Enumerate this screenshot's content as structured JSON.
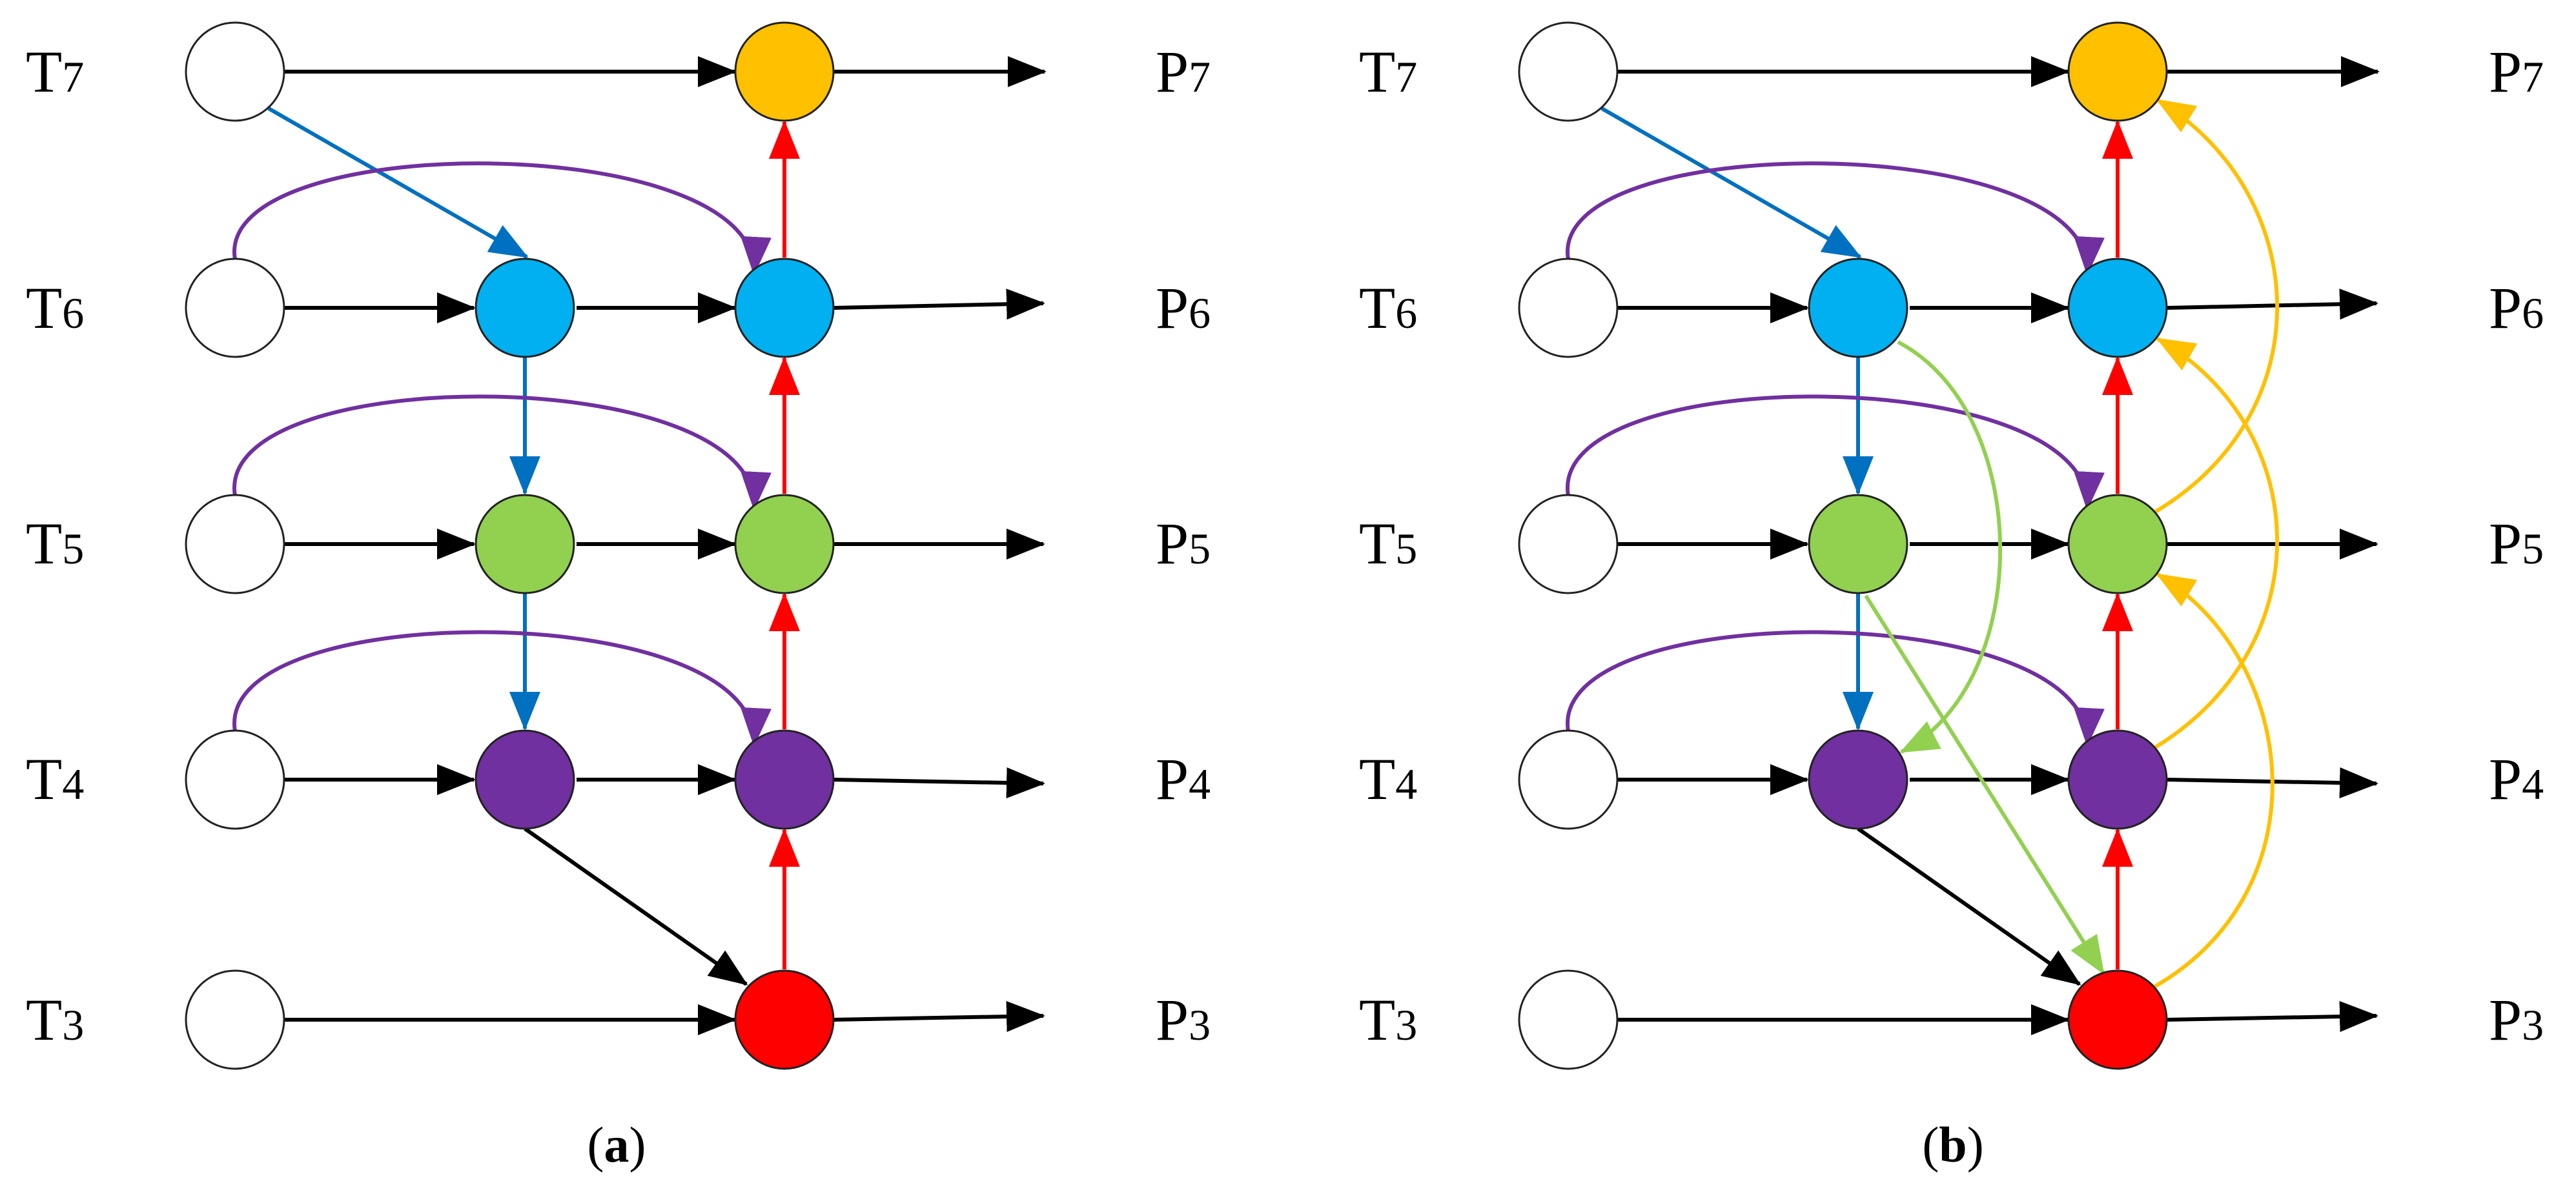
{
  "colors": {
    "input": "#ffffff",
    "level7": "#ffc000",
    "level6": "#00b0f0",
    "level5": "#92d050",
    "level4": "#7030a0",
    "level3": "#ff0000",
    "black": "#000000",
    "blue_arrow": "#0070c0",
    "purple_arrow": "#7030a0",
    "red_arrow": "#ff0000",
    "green_arrow": "#92d050",
    "yellow_arrow": "#ffc000"
  },
  "panels": [
    {
      "id": "a",
      "caption": {
        "open": "(",
        "letter": "a",
        "close": ")"
      },
      "left_labels": [
        {
          "key": "t7",
          "base": "T",
          "sub": "7"
        },
        {
          "key": "t6",
          "base": "T",
          "sub": "6"
        },
        {
          "key": "t5",
          "base": "T",
          "sub": "5"
        },
        {
          "key": "t4",
          "base": "T",
          "sub": "4"
        },
        {
          "key": "t3",
          "base": "T",
          "sub": "3"
        }
      ],
      "right_labels": [
        {
          "key": "p7",
          "base": "P",
          "sub": "7"
        },
        {
          "key": "p6",
          "base": "P",
          "sub": "6"
        },
        {
          "key": "p5",
          "base": "P",
          "sub": "5"
        },
        {
          "key": "p4",
          "base": "P",
          "sub": "4"
        },
        {
          "key": "p3",
          "base": "P",
          "sub": "3"
        }
      ]
    },
    {
      "id": "b",
      "caption": {
        "open": "(",
        "letter": "b",
        "close": ")"
      },
      "left_labels": [
        {
          "key": "t7",
          "base": "T",
          "sub": "7"
        },
        {
          "key": "t6",
          "base": "T",
          "sub": "6"
        },
        {
          "key": "t5",
          "base": "T",
          "sub": "5"
        },
        {
          "key": "t4",
          "base": "T",
          "sub": "4"
        },
        {
          "key": "t3",
          "base": "T",
          "sub": "3"
        }
      ],
      "right_labels": [
        {
          "key": "p7",
          "base": "P",
          "sub": "7"
        },
        {
          "key": "p6",
          "base": "P",
          "sub": "6"
        },
        {
          "key": "p5",
          "base": "P",
          "sub": "5"
        },
        {
          "key": "p4",
          "base": "P",
          "sub": "4"
        },
        {
          "key": "p3",
          "base": "P",
          "sub": "3"
        }
      ]
    }
  ]
}
